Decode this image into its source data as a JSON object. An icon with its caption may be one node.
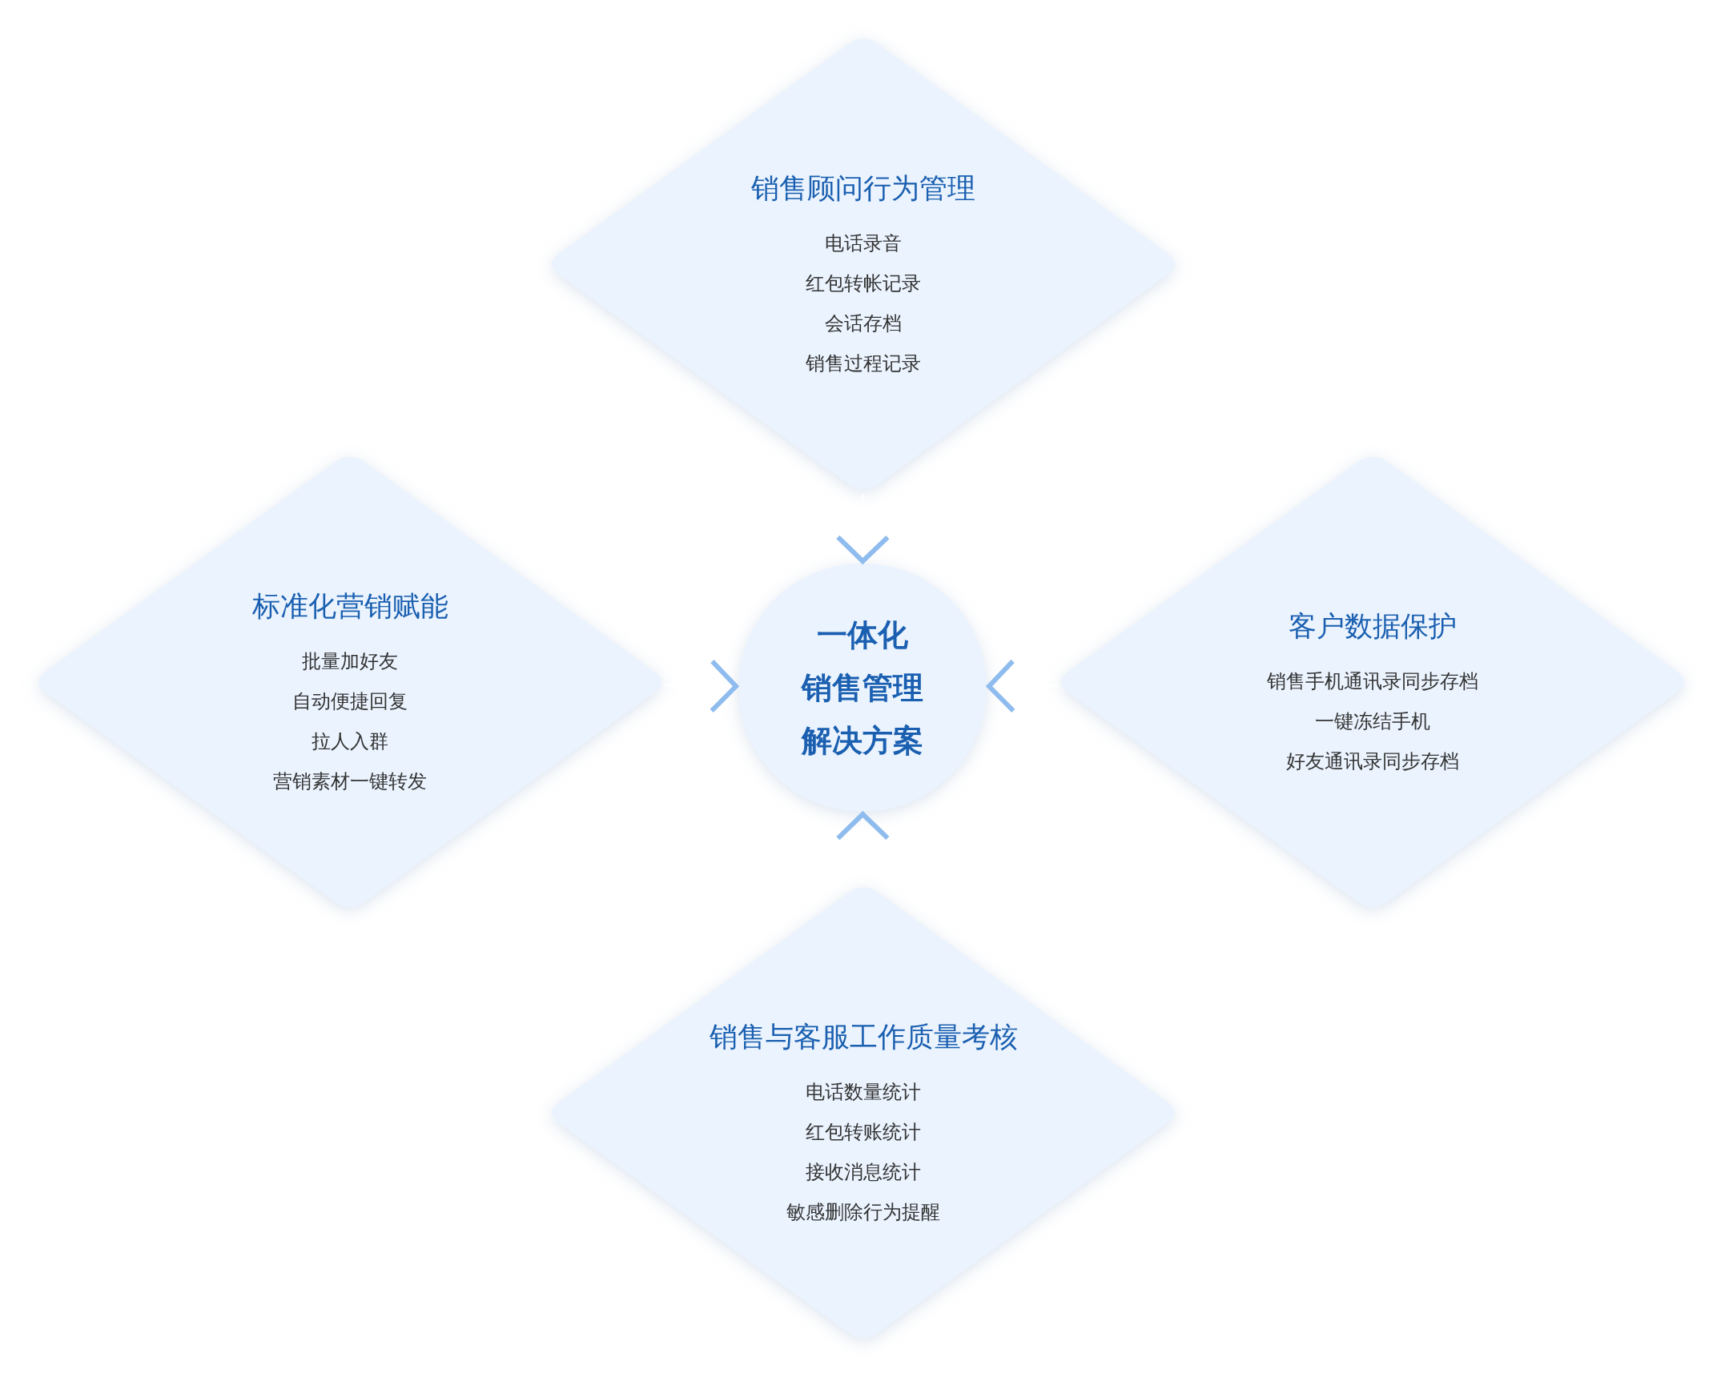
{
  "diagram": {
    "nodes": [
      {
        "text": [
          "销售顾问行为管理",
          "电话录音",
          "红包转帐记录",
          "会话存档",
          "销售过程记录"
        ]
      },
      {
        "text": [
          "标准化营销赋能",
          "批量加好友",
          "自动便捷回复",
          "拉人入群",
          "营销素材一键转发"
        ]
      },
      {
        "text": [
          "一体化",
          "销售管理",
          "解决方案"
        ]
      },
      {
        "text": [
          "客户数据保护",
          "销售手机通讯录同步存档",
          "一键冻结手机",
          "好友通讯录同步存档"
        ]
      },
      {
        "text": [
          "销售与客服工作质量考核",
          "电话数量统计",
          "红包转账统计",
          "接收消息统计",
          "敏感删除行为提醒"
        ]
      }
    ],
    "edges": [
      {
        "from": 0,
        "to": 2,
        "arrow": "to"
      },
      {
        "from": 1,
        "to": 2,
        "arrow": "to"
      },
      {
        "from": 3,
        "to": 2,
        "arrow": "to"
      },
      {
        "from": 4,
        "to": 2,
        "arrow": "to"
      }
    ]
  }
}
